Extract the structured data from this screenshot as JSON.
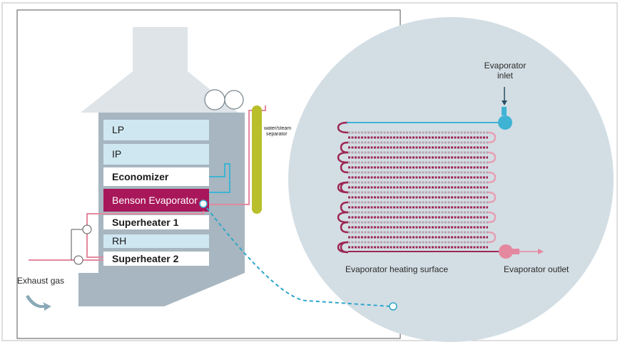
{
  "colors": {
    "boiler_gray": "#a7b6c0",
    "stack_gray": "#dfe4e8",
    "light_blue_box": "#cfe7f1",
    "evaporator_red": "#a8175a",
    "pink_pipe": "#e4889f",
    "cyan_pipe": "#3fb3d4",
    "separator_green": "#b8bf2a",
    "circle_bg": "#d3dee4",
    "tube_dark": "#9d2754",
    "tube_light": "#e7a0b4",
    "dash_line": "#2ea6c9"
  },
  "boiler": {
    "sections": {
      "lp": "LP",
      "ip": "IP",
      "economizer": "Economizer",
      "benson": "Benson Evaporator",
      "sh1": "Superheater 1",
      "rh": "RH",
      "sh2": "Superheater 2"
    },
    "separator_label_line1": "water/steam",
    "separator_label_line2": "separator",
    "exhaust_label": "Exhaust gas"
  },
  "detail": {
    "inlet_line1": "Evaporator",
    "inlet_line2": "inlet",
    "heating_surface": "Evaporator heating surface",
    "outlet": "Evaporator outlet"
  }
}
